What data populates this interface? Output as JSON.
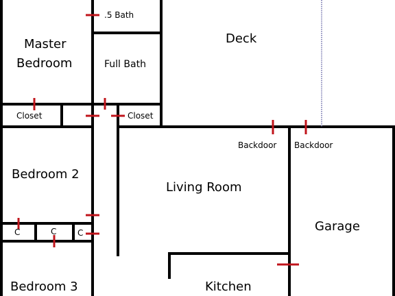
{
  "rooms": {
    "half_bath": ".5 Bath",
    "deck": "Deck",
    "master_line1": "Master",
    "master_line2": "Bedroom",
    "full_bath": "Full Bath",
    "closet_left": "Closet",
    "closet_right": "Closet",
    "bedroom2": "Bedroom 2",
    "living_room": "Living Room",
    "backdoor_left": "Backdoor",
    "backdoor_right": "Backdoor",
    "garage": "Garage",
    "closet_c1": "C",
    "closet_c2": "C",
    "closet_c3": "C",
    "bedroom3": "Bedroom 3",
    "kitchen": "Kitchen"
  },
  "colors": {
    "wall": "#000000",
    "door": "#c0141b",
    "deck_edge": "#6a6aa8"
  }
}
